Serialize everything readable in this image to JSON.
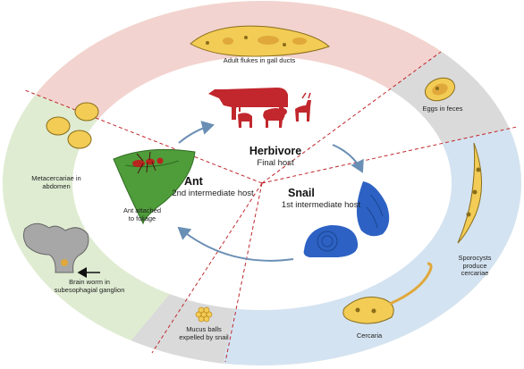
{
  "colors": {
    "red_sector": "#f3d3cf",
    "grey_sector": "#dadada",
    "blue_sector": "#d4e3f1",
    "green_sector": "#dfecd2",
    "cattle": "#c1272d",
    "snail": "#2d62c4",
    "leaf": "#4f9d3a",
    "ant": "#b8251e",
    "larva": "#f2cc55",
    "arrow": "#6a8fb5"
  },
  "stages": {
    "adult": "Adult flukes in gall ducts",
    "eggs": "Eggs in feces",
    "sporocysts": "Sporocysts produce cercariae",
    "cercaria": "Cercaria",
    "mucus": "Mucus balls expelled by snail",
    "brainworm": "Brain worm in subesophagial ganglion",
    "metacercariae": "Metacercariae in abdomen"
  },
  "hosts": {
    "herbivore": {
      "name": "Herbivore",
      "role": "Final host"
    },
    "snail": {
      "name": "Snail",
      "role": "1st intermediate host"
    },
    "ant": {
      "name": "Ant",
      "role": "2nd intermediate host"
    }
  },
  "ant_note": "Ant attached to foliage"
}
